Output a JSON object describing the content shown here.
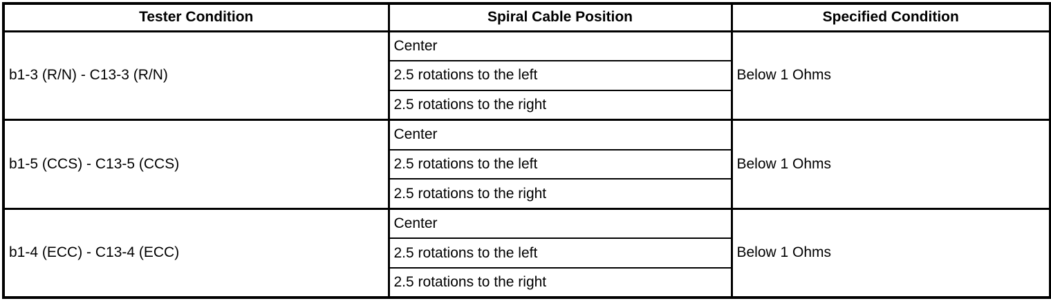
{
  "table": {
    "headers": {
      "tester_condition": "Tester Condition",
      "spiral_cable_position": "Spiral Cable Position",
      "specified_condition": "Specified Condition"
    },
    "groups": [
      {
        "tester_condition": "b1-3 (R/N) - C13-3 (R/N)",
        "positions": [
          "Center",
          "2.5 rotations to the left",
          "2.5 rotations to the right"
        ],
        "specified_condition": "Below 1 Ohms"
      },
      {
        "tester_condition": "b1-5 (CCS) - C13-5 (CCS)",
        "positions": [
          "Center",
          "2.5 rotations to the left",
          "2.5 rotations to the right"
        ],
        "specified_condition": "Below 1 Ohms"
      },
      {
        "tester_condition": "b1-4 (ECC) - C13-4 (ECC)",
        "positions": [
          "Center",
          "2.5 rotations to the left",
          "2.5 rotations to the right"
        ],
        "specified_condition": "Below 1 Ohms"
      }
    ]
  }
}
